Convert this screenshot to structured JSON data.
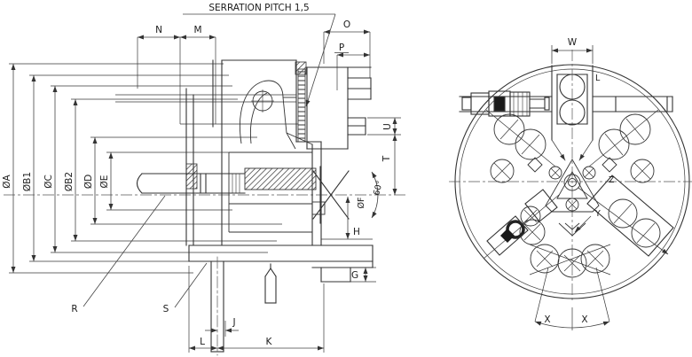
{
  "section_view": {
    "serration_note": "SERRATION PITCH 1,5",
    "diameters": [
      "ØA",
      "ØB1",
      "ØC",
      "ØB2",
      "ØD",
      "ØE"
    ],
    "top_dims": {
      "n": "N",
      "m": "M",
      "o": "O",
      "p": "P"
    },
    "right_dims": {
      "u": "U",
      "t": "T",
      "angle": "60°",
      "f": "ØF",
      "h": "H",
      "g": "G"
    },
    "bottom_dims": {
      "j": "J",
      "k": "K",
      "l": "L"
    },
    "refs": {
      "r": "R",
      "s": "S"
    }
  },
  "face_view": {
    "w": "W",
    "l": "L",
    "z": "Z",
    "y": "Y",
    "x_left": "X",
    "x_right": "X"
  }
}
